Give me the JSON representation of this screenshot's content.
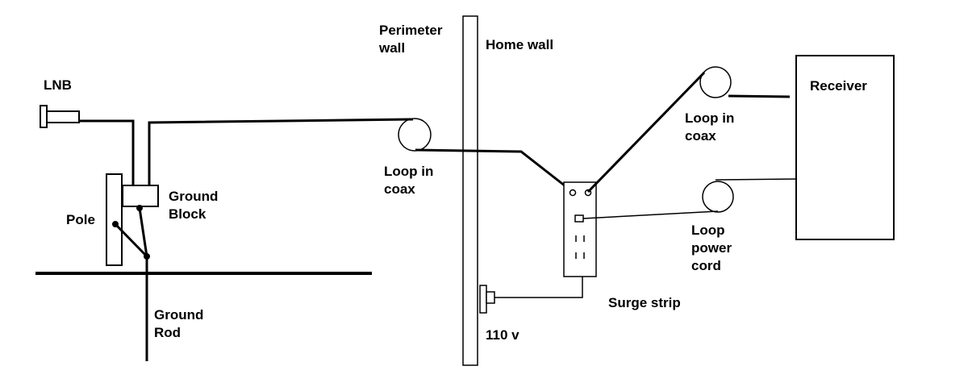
{
  "labels": {
    "lnb": "LNB",
    "ground_block": "Ground\nBlock",
    "pole": "Pole",
    "ground_rod": "Ground\nRod",
    "perimeter_wall": "Perimeter\nwall",
    "home_wall": "Home wall",
    "loop_coax_outside": "Loop in\ncoax",
    "loop_coax_receiver": "Loop in\ncoax",
    "receiver": "Receiver",
    "loop_power_cord": "Loop\npower\ncord",
    "surge_strip": "Surge strip",
    "outlet_voltage": "110 v"
  },
  "colors": {
    "ink": "#000000",
    "paper": "#ffffff"
  }
}
